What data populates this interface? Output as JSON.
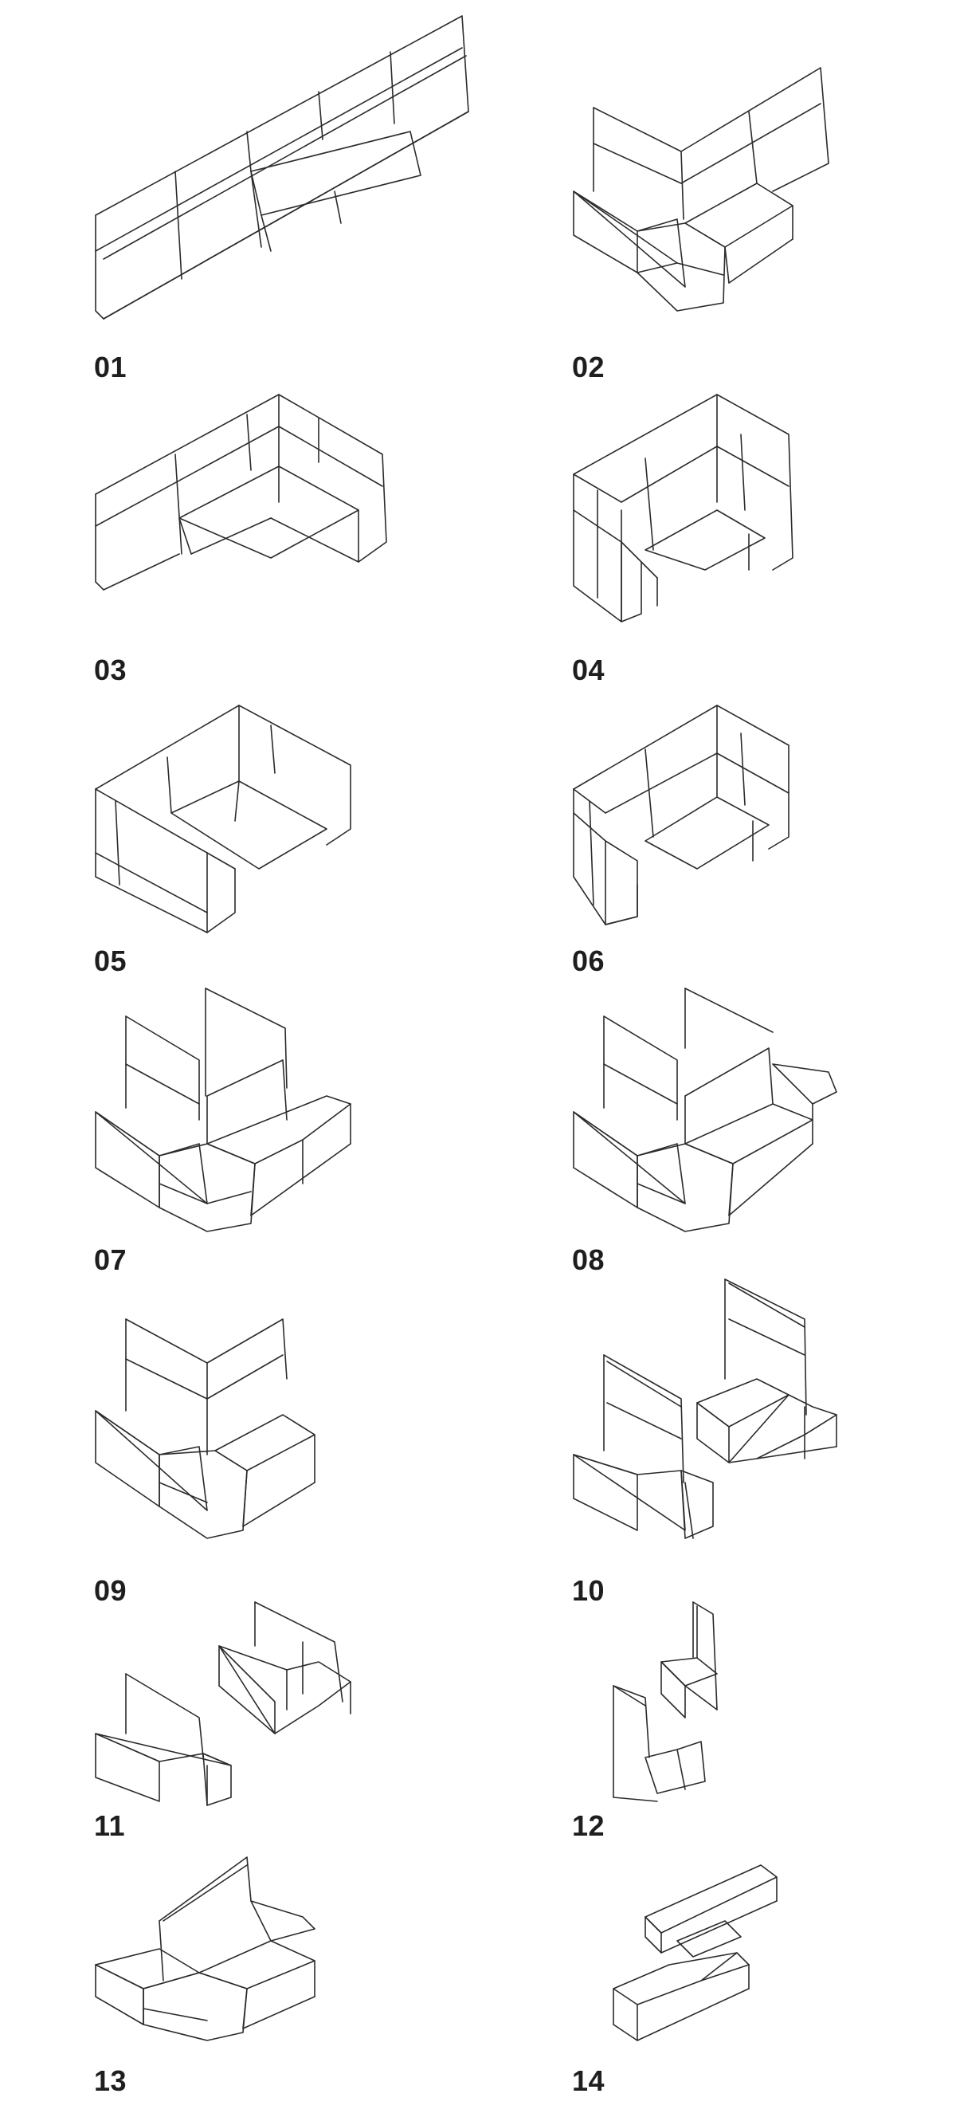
{
  "configurations": [
    {
      "id": "01",
      "drawing": "sofa-configuration-01-drawing"
    },
    {
      "id": "02",
      "drawing": "sofa-configuration-02-drawing"
    },
    {
      "id": "03",
      "drawing": "sofa-configuration-03-drawing"
    },
    {
      "id": "04",
      "drawing": "sofa-configuration-04-drawing"
    },
    {
      "id": "05",
      "drawing": "sofa-configuration-05-drawing"
    },
    {
      "id": "06",
      "drawing": "sofa-configuration-06-drawing"
    },
    {
      "id": "07",
      "drawing": "sofa-configuration-07-drawing"
    },
    {
      "id": "08",
      "drawing": "sofa-configuration-08-drawing"
    },
    {
      "id": "09",
      "drawing": "sofa-configuration-09-drawing"
    },
    {
      "id": "10",
      "drawing": "sofa-configuration-10-drawing"
    },
    {
      "id": "11",
      "drawing": "sofa-configuration-11-drawing"
    },
    {
      "id": "12",
      "drawing": "sofa-configuration-12-drawing"
    },
    {
      "id": "13",
      "drawing": "sofa-configuration-13-drawing"
    },
    {
      "id": "14",
      "drawing": "sofa-configuration-14-drawing"
    }
  ],
  "style": {
    "line_color": "#2b2b2b",
    "background": "#ffffff",
    "label_color": "#1e1e1e"
  }
}
